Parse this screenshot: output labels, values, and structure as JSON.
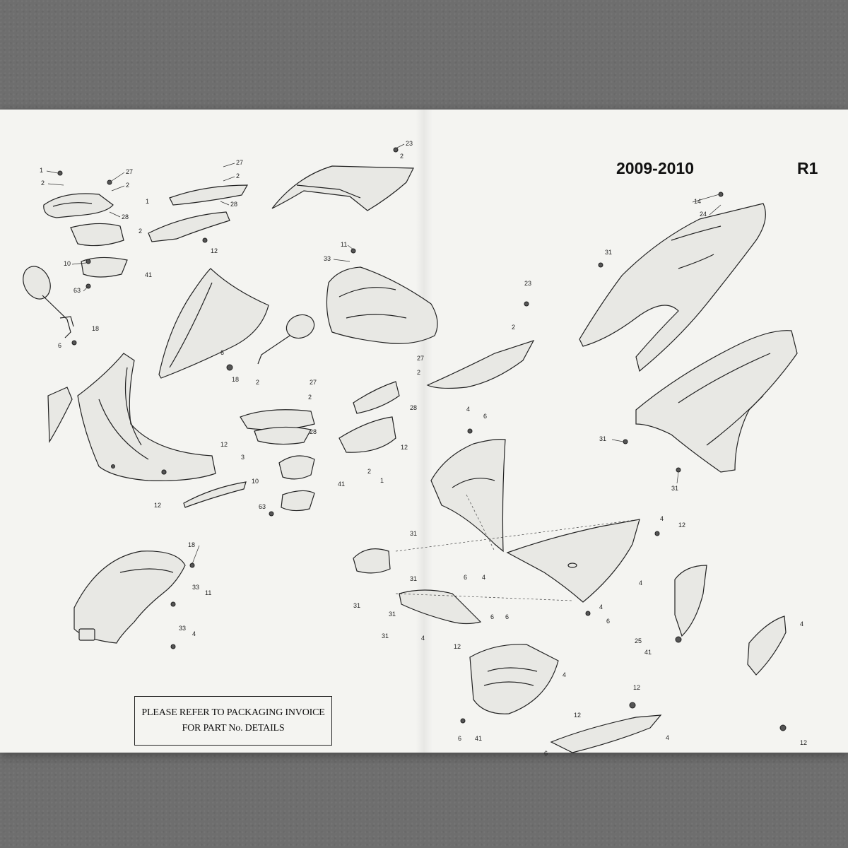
{
  "header": {
    "years": "2009-2010",
    "model": "R1"
  },
  "notice": {
    "line1": "PLEASE REFER TO PACKAGING INVOICE",
    "line2": "FOR PART No. DETAILS"
  },
  "callouts": [
    {
      "id": "c1",
      "text": "1"
    },
    {
      "id": "c2",
      "text": "2"
    },
    {
      "id": "c3",
      "text": "27"
    },
    {
      "id": "c4",
      "text": "2"
    },
    {
      "id": "c5",
      "text": "28"
    },
    {
      "id": "c6",
      "text": "10"
    },
    {
      "id": "c7",
      "text": "63"
    },
    {
      "id": "c8",
      "text": "27"
    },
    {
      "id": "c9",
      "text": "2"
    },
    {
      "id": "c10",
      "text": "28"
    },
    {
      "id": "c11",
      "text": "1"
    },
    {
      "id": "c12",
      "text": "2"
    },
    {
      "id": "c13",
      "text": "12"
    },
    {
      "id": "c14",
      "text": "41"
    },
    {
      "id": "c15",
      "text": "23"
    },
    {
      "id": "c16",
      "text": "2"
    },
    {
      "id": "c17",
      "text": "11"
    },
    {
      "id": "c18",
      "text": "33"
    },
    {
      "id": "c19",
      "text": "18"
    },
    {
      "id": "c20",
      "text": "6"
    },
    {
      "id": "c21",
      "text": "6"
    },
    {
      "id": "c22",
      "text": "18"
    },
    {
      "id": "c23",
      "text": "2"
    },
    {
      "id": "c24",
      "text": "27"
    },
    {
      "id": "c25",
      "text": "2"
    },
    {
      "id": "c26",
      "text": "28"
    },
    {
      "id": "c27",
      "text": "12"
    },
    {
      "id": "c28",
      "text": "3"
    },
    {
      "id": "c29",
      "text": "12"
    },
    {
      "id": "c30",
      "text": "10"
    },
    {
      "id": "c31",
      "text": "63"
    },
    {
      "id": "c32",
      "text": "27"
    },
    {
      "id": "c33",
      "text": "2"
    },
    {
      "id": "c34",
      "text": "28"
    },
    {
      "id": "c35",
      "text": "12"
    },
    {
      "id": "c36",
      "text": "2"
    },
    {
      "id": "c37",
      "text": "41"
    },
    {
      "id": "c38",
      "text": "1"
    },
    {
      "id": "c39",
      "text": "23"
    },
    {
      "id": "c40",
      "text": "2"
    },
    {
      "id": "c41",
      "text": "4"
    },
    {
      "id": "c42",
      "text": "6"
    },
    {
      "id": "c43",
      "text": "14"
    },
    {
      "id": "c44",
      "text": "24"
    },
    {
      "id": "c45",
      "text": "31"
    },
    {
      "id": "c46",
      "text": "31"
    },
    {
      "id": "c47",
      "text": "31"
    },
    {
      "id": "c48",
      "text": "18"
    },
    {
      "id": "c49",
      "text": "33"
    },
    {
      "id": "c50",
      "text": "11"
    },
    {
      "id": "c51",
      "text": "33"
    },
    {
      "id": "c52",
      "text": "4"
    },
    {
      "id": "c53",
      "text": "31"
    },
    {
      "id": "c54",
      "text": "31"
    },
    {
      "id": "c55",
      "text": "31"
    },
    {
      "id": "c56",
      "text": "31"
    },
    {
      "id": "c57",
      "text": "31"
    },
    {
      "id": "c58",
      "text": "4"
    },
    {
      "id": "c59",
      "text": "6"
    },
    {
      "id": "c60",
      "text": "4"
    },
    {
      "id": "c61",
      "text": "6"
    },
    {
      "id": "c62",
      "text": "6"
    },
    {
      "id": "c63",
      "text": "4"
    },
    {
      "id": "c64",
      "text": "6"
    },
    {
      "id": "c65",
      "text": "4"
    },
    {
      "id": "c66",
      "text": "12"
    },
    {
      "id": "c67",
      "text": "12"
    },
    {
      "id": "c68",
      "text": "4"
    },
    {
      "id": "c69",
      "text": "6"
    },
    {
      "id": "c70",
      "text": "41"
    },
    {
      "id": "c71",
      "text": "4"
    },
    {
      "id": "c72",
      "text": "25"
    },
    {
      "id": "c73",
      "text": "41"
    },
    {
      "id": "c74",
      "text": "4"
    },
    {
      "id": "c75",
      "text": "12"
    },
    {
      "id": "c76",
      "text": "12"
    },
    {
      "id": "c77",
      "text": "12"
    },
    {
      "id": "c78",
      "text": "6"
    },
    {
      "id": "c79",
      "text": "4"
    }
  ]
}
